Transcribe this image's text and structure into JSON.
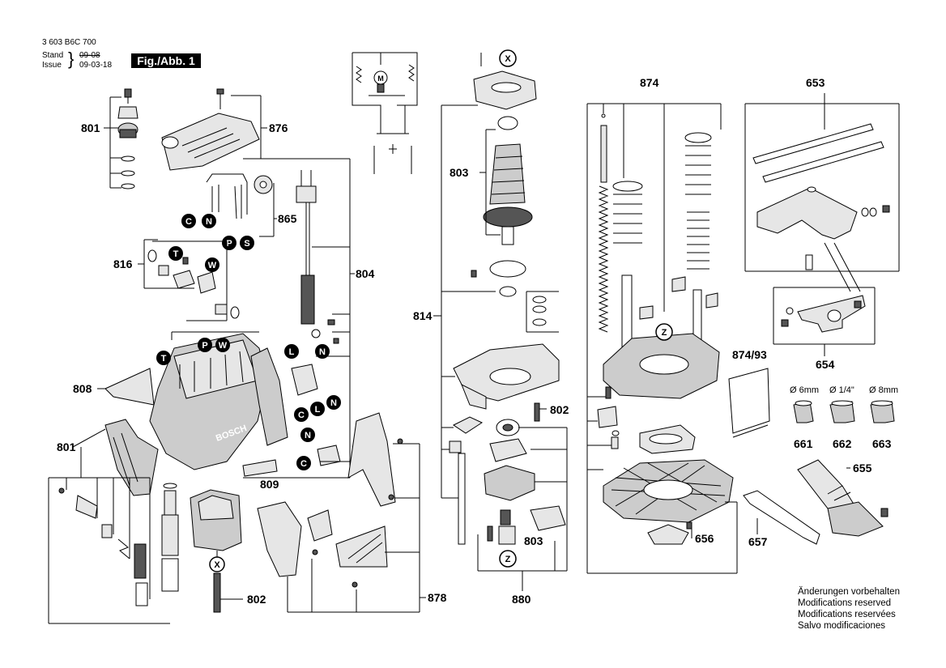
{
  "header": {
    "drawing_number": "3 603 B6C 700",
    "stand_label": "Stand",
    "stand_date_struck": "09-08",
    "issue_label": "Issue",
    "issue_date": "09-03-18",
    "figure_label": "Fig./Abb. 1"
  },
  "part_numbers": {
    "p801_top": "801",
    "p876": "876",
    "p865": "865",
    "p816": "816",
    "p804": "804",
    "p808": "808",
    "p801_bottom": "801",
    "p809": "809",
    "p802_left": "802",
    "p878": "878",
    "p874": "874",
    "p653": "653",
    "p803_top": "803",
    "p814": "814",
    "p802_mid": "802",
    "p803_bottom": "803",
    "p880": "880",
    "p654": "654",
    "p874_93": "874/93",
    "p661": "661",
    "p662": "662",
    "p663": "663",
    "p655": "655",
    "p656": "656",
    "p657": "657"
  },
  "collet_sizes": {
    "s661": "Ø 6mm",
    "s662": "Ø 1/4\"",
    "s663": "Ø 8mm"
  },
  "callouts": {
    "X1": "X",
    "X2": "X",
    "Z1": "Z",
    "Z2": "Z",
    "C1": "C",
    "N1": "N",
    "P1": "P",
    "S1": "S",
    "T1": "T",
    "W1": "W",
    "T2": "T",
    "P2": "P",
    "W2": "W",
    "L1": "L",
    "N2": "N",
    "C2": "C",
    "L2": "L",
    "N3": "N",
    "N4": "N",
    "C3": "C",
    "M": "M"
  },
  "brand_text": "BOSCH",
  "notes": [
    "Änderungen vorbehalten",
    "Modifications reserved",
    "Modifications reservées",
    "Salvo modificaciones"
  ]
}
